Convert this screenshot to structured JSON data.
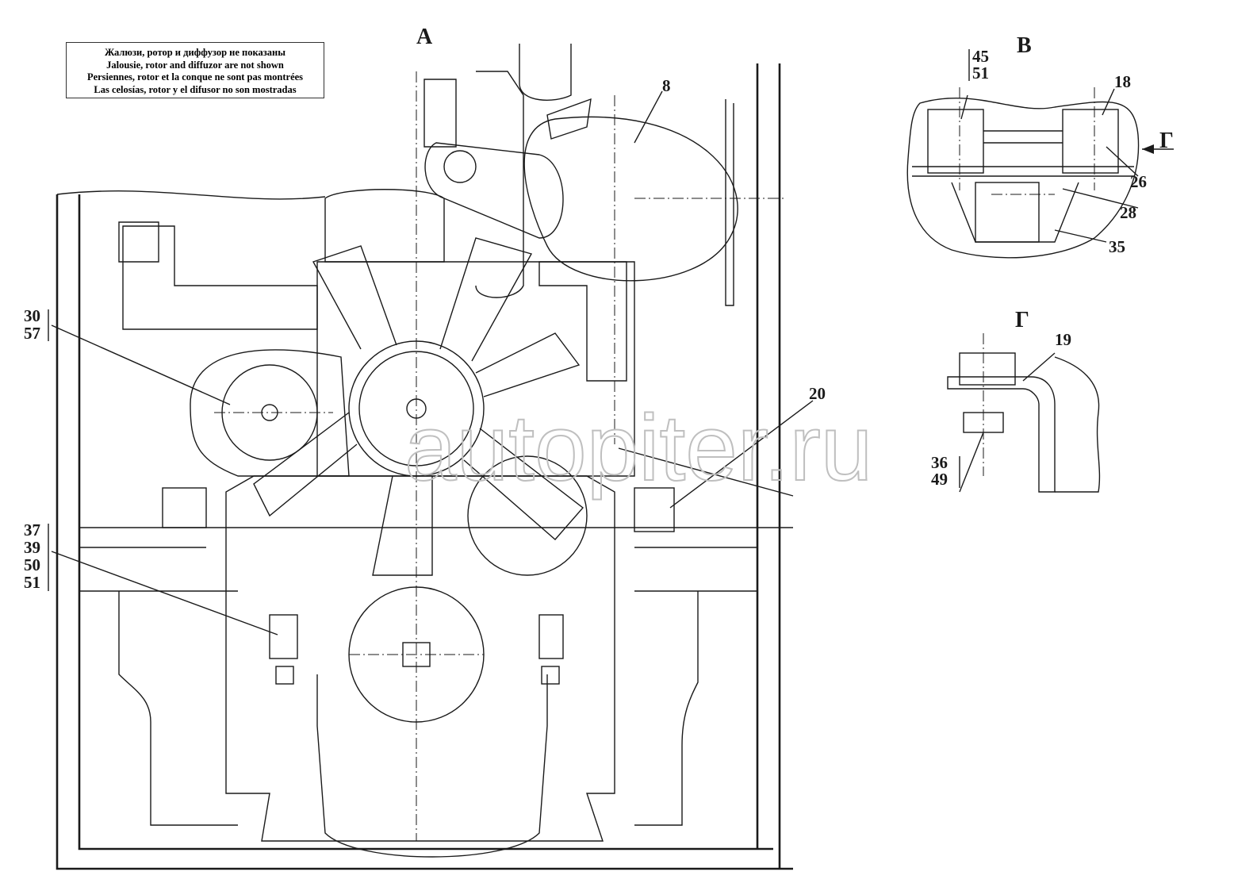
{
  "note": {
    "lines": [
      "Жалюзи, ротор и диффузор не показаны",
      "Jalousie, rotor and diffuzor are not shown",
      "Persiennes, rotor et la conque ne sont pas montrées",
      "Las celosías, rotor y el difusor no son mostradas"
    ]
  },
  "views": {
    "main": "А",
    "detail_b": "В",
    "detail_g": "Г",
    "arrow_g": "Г"
  },
  "callouts": {
    "c30": "30",
    "c57": "57",
    "c37": "37",
    "c39": "39",
    "c50": "50",
    "c51a": "51",
    "c8": "8",
    "c20": "20",
    "c45": "45",
    "c51b": "51",
    "c18": "18",
    "c26": "26",
    "c28": "28",
    "c35": "35",
    "c19": "19",
    "c36": "36",
    "c49": "49"
  },
  "watermark": "autopiter.ru"
}
